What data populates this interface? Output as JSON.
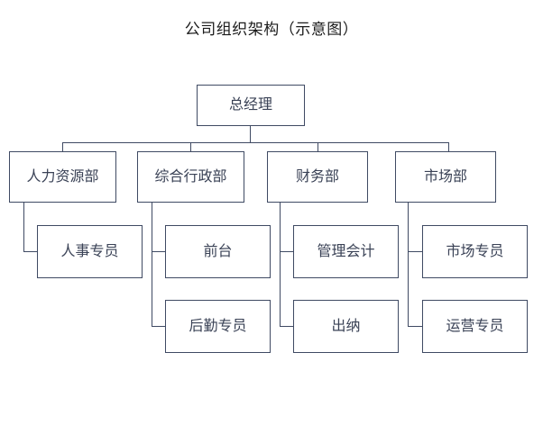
{
  "title": "公司组织架构（示意图）",
  "colors": {
    "border": "#3f4a63",
    "text": "#3a4256",
    "title_text": "#1b1b1b",
    "background": "#ffffff"
  },
  "org": {
    "root": {
      "id": "ceo",
      "label": "总经理"
    },
    "departments": [
      {
        "id": "hr",
        "label": "人力资源部",
        "children": [
          {
            "id": "hr-specialist",
            "label": "人事专员"
          }
        ]
      },
      {
        "id": "admin",
        "label": "综合行政部",
        "children": [
          {
            "id": "front-desk",
            "label": "前台"
          },
          {
            "id": "logistics-specialist",
            "label": "后勤专员"
          }
        ]
      },
      {
        "id": "finance",
        "label": "财务部",
        "children": [
          {
            "id": "management-accountant",
            "label": "管理会计"
          },
          {
            "id": "cashier",
            "label": "出纳"
          }
        ]
      },
      {
        "id": "marketing",
        "label": "市场部",
        "children": [
          {
            "id": "marketing-specialist",
            "label": "市场专员"
          },
          {
            "id": "operations-specialist",
            "label": "运营专员"
          }
        ]
      }
    ]
  }
}
